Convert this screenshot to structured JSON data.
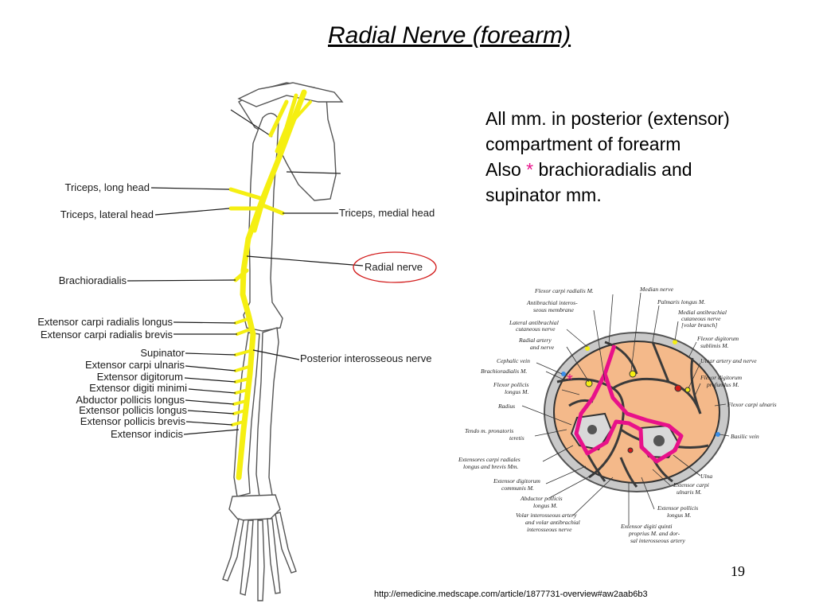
{
  "title": "Radial Nerve (forearm)",
  "description": {
    "line1": "All mm. in posterior (extensor)",
    "line2": "compartment of forearm",
    "line3_before": "Also ",
    "asterisk": "*",
    "line3_after": " brachioradialis and",
    "line4": "supinator mm."
  },
  "arm_labels_left": [
    "Triceps, long head",
    "Triceps, lateral head",
    "Brachioradialis",
    "Extensor carpi radialis longus",
    "Extensor carpi radialis brevis",
    "Supinator",
    "Extensor carpi ulnaris",
    "Extensor digitorum",
    "Extensor digiti minimi",
    "Abductor pollicis longus",
    "Extensor pollicis longus",
    "Extensor pollicis brevis",
    "Extensor indicis"
  ],
  "arm_labels_right": {
    "triceps_medial": "Triceps, medial head",
    "radial_nerve": "Radial nerve",
    "posterior_interosseous": "Posterior interosseous nerve"
  },
  "cross_section_labels": {
    "flexor_carpi_radialis": "Flexor carpi radialis M.",
    "median_nerve": "Median nerve",
    "antibrachial_1": "Antibrachial interos-",
    "antibrachial_2": "seous membrane",
    "palmaris_longus": "Palmaris longus M.",
    "medial_cut_1": "Medial antibrachial",
    "medial_cut_2": "cutaneous nerve",
    "medial_cut_3": "[volar branch]",
    "lateral_cut_1": "Lateral antibrachial",
    "lateral_cut_2": "cutaneous nerve",
    "fds_1": "Flexor digitorum",
    "fds_2": "sublimis M.",
    "radial_artery_1": "Radial artery",
    "radial_artery_2": "and nerve",
    "ulnar_artery": "Ulnar artery and nerve",
    "cephalic": "Cephalic vein",
    "brachioradialis": "Brachioradialis M.",
    "fdp_1": "Flexor digitorum",
    "fdp_2": "profundus M.",
    "fpl_1": "Flexor pollicis",
    "fpl_2": "longus M.",
    "radius": "Radius",
    "fcu": "Flexor carpi ulnaris",
    "pronator_1": "Tendo m. pronatoris",
    "pronator_2": "teretis",
    "basilic": "Basilic vein",
    "ecr_1": "Extensores carpi radiales",
    "ecr_2": "longus and brevis Mm.",
    "ulna": "Ulna",
    "ed_1": "Extensor digitorum",
    "ed_2": "communis M.",
    "ecu_1": "Extensor carpi",
    "ecu_2": "ulnaris M.",
    "apl_1": "Abductor pollicis",
    "apl_2": "longus M.",
    "epl_1": "Extensor pollicis",
    "epl_2": "longus M.",
    "volar_1": "Volar interosseous artery",
    "volar_2": "and volar antibrachial",
    "volar_3": "interosseous nerve",
    "edq_1": "Extensor  digiti  quinti",
    "edq_2": "proprius M. and dor-",
    "edq_3": "sal interosseous artery",
    "asterisk": "*"
  },
  "page_number": "19",
  "source_url": "http://emedicine.medscape.com/article/1877731-overview#aw2aab6b3",
  "colors": {
    "nerve_yellow": "#f5ef12",
    "highlight_pink": "#e8118a",
    "muscle_tan": "#f4b98a",
    "circle_red": "#d21a1a"
  }
}
